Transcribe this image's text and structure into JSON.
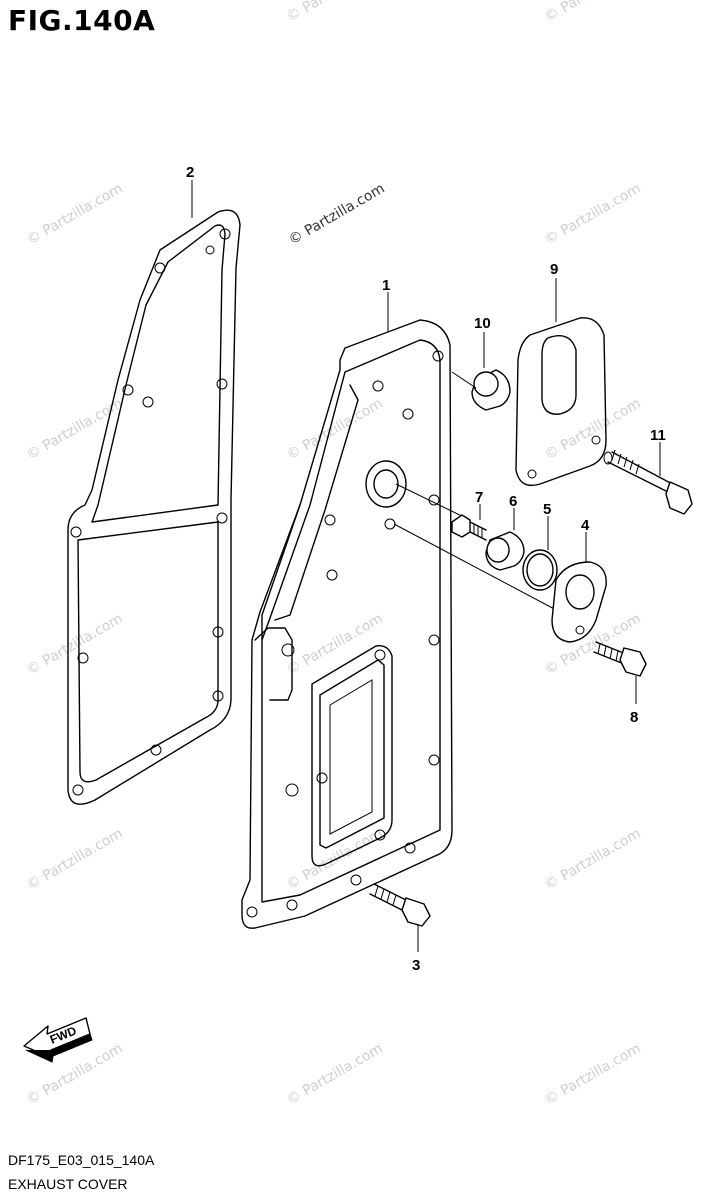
{
  "figure": {
    "title": "FIG.140A",
    "code": "DF175_E03_015_140A",
    "name": "EXHAUST COVER"
  },
  "watermark": {
    "text": "© Partzilla.com"
  },
  "fwd_label": "FWD",
  "callouts": [
    "1",
    "2",
    "3",
    "4",
    "5",
    "6",
    "7",
    "8",
    "9",
    "10",
    "11"
  ]
}
